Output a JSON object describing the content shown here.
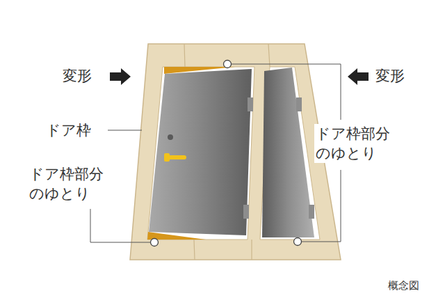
{
  "diagram": {
    "labels": [
      "変形",
      "変形",
      "ドア枠",
      "ドア枠部分 のゆとり",
      "ドア枠部分 のゆとり",
      "概念図"
    ]
  }
}
